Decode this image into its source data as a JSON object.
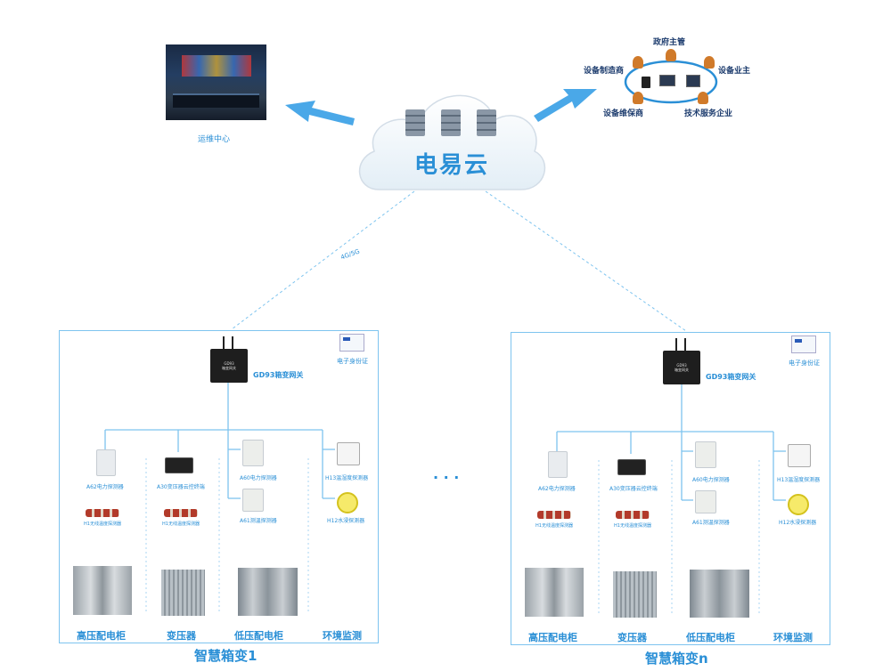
{
  "cloud": {
    "title": "电易云"
  },
  "ops_center": {
    "label": "运维中心"
  },
  "stakeholders": {
    "top": "政府主管",
    "left": "设备制造商",
    "right": "设备业主",
    "bottom_left": "设备维保商",
    "bottom_right": "技术服务企业"
  },
  "link_label": "4G/5G",
  "ellipsis": "· · ·",
  "stations": [
    {
      "name": "智慧箱变1",
      "gateway": "GD93箱变网关",
      "gateway_plate": "GD93\n箱变网关",
      "id_card": "电子身份证",
      "devices": {
        "a62": "A62电力探测器",
        "a30": "A30变压器云控终端",
        "a60": "A60电力探测器",
        "h13": "H13温湿度探测器",
        "a61": "A61测温探测器",
        "h12": "H12水浸探测器",
        "wireless1": "H1无线温度探测器",
        "wireless2": "H1无线温度探测器"
      },
      "sections": [
        "高压配电柜",
        "变压器",
        "低压配电柜",
        "环境监测"
      ]
    },
    {
      "name": "智慧箱变n",
      "gateway": "GD93箱变网关",
      "gateway_plate": "GD93\n箱变网关",
      "id_card": "电子身份证",
      "devices": {
        "a62": "A62电力探测器",
        "a30": "A30变压器云控终端",
        "a60": "A60电力探测器",
        "h13": "H13温湿度探测器",
        "a61": "A61测温探测器",
        "h12": "H12水浸探测器",
        "wireless1": "H1无线温度探测器",
        "wireless2": "H1无线温度探测器"
      },
      "sections": [
        "高压配电柜",
        "变压器",
        "低压配电柜",
        "环境监测"
      ]
    }
  ],
  "colors": {
    "accent": "#2a8fd6",
    "line": "#7ec4ef",
    "arrow": "#4aa8e8",
    "dark": "#1d3c6e"
  }
}
